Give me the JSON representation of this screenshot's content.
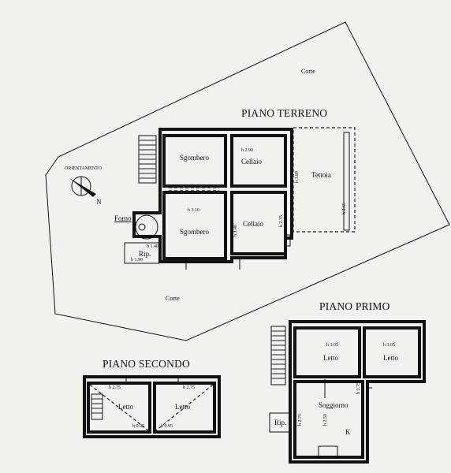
{
  "headings": {
    "ground": "PIANO TERRENO",
    "first": "PIANO PRIMO",
    "second": "PIANO SECONDO"
  },
  "corte_labels": [
    "Corte",
    "Corte"
  ],
  "orientation": {
    "label": "ORIENTAMENTO",
    "north": "N"
  },
  "ground_rooms": {
    "sgombero_top": "Sgombero",
    "sgombero_bottom": "Sgombero",
    "cellaio_top": "Cellaio",
    "cellaio_bottom": "Cellaio",
    "tettoia": "Tettoia",
    "forno": "Forno",
    "rip": "Rip."
  },
  "ground_heights": {
    "cellaio_top": "h 2.90",
    "sgombero_bottom": "h 3.10",
    "side_380": "h 3.80",
    "side_340": "h 3.40",
    "side_235": "h 2.35",
    "side_265": "h 2.65",
    "rip_a": "h 1.40",
    "rip_b": "h 1.90"
  },
  "first_rooms": {
    "letto_left": "Letto",
    "letto_right": "Letto",
    "soggiorno": "Soggiorno",
    "rip": "Rip.",
    "k": "K"
  },
  "first_heights": {
    "letto_left": "h 3.05",
    "letto_right": "h 3.05",
    "side_275a": "h 2.75",
    "side_250": "h 2.50",
    "side_275b": "h 2.75"
  },
  "second_rooms": {
    "letto_left": "Letto",
    "letto_right": "Letto"
  },
  "second_heights": {
    "left_top": "h 2.75",
    "right_top": "h 2.75",
    "left_bottom": "h 0.95",
    "right_bottom": "h 0.95"
  }
}
